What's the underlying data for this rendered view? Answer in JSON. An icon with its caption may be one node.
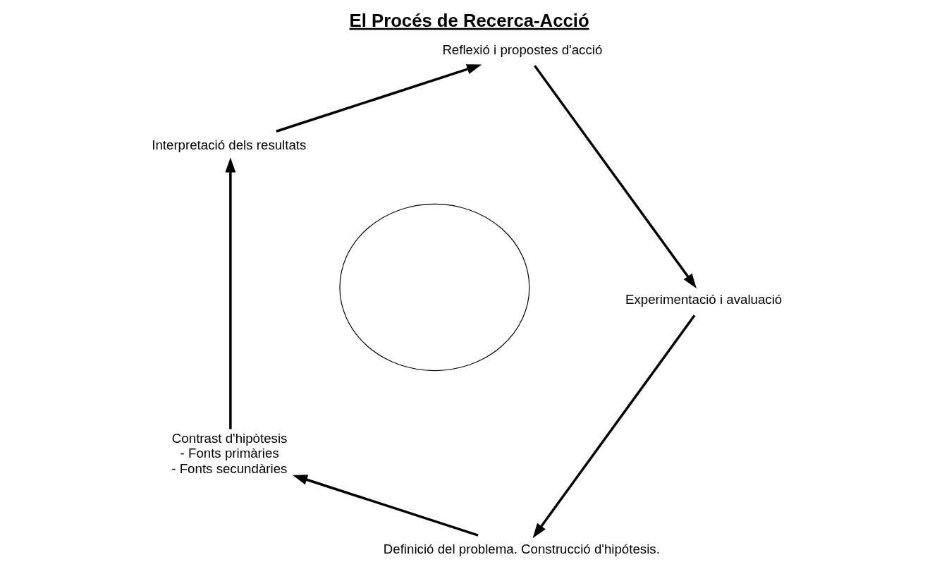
{
  "diagram": {
    "title": "El Procés de Recerca-Acció",
    "nodes": [
      {
        "text": [
          "Definició del problema. Construcció d'hipótesis."
        ]
      },
      {
        "text": [
          "Contrast d'hipòtesis",
          "- Fonts primàries",
          "- Fonts secundàries"
        ]
      },
      {
        "text": [
          "Interpretació dels resultats"
        ]
      },
      {
        "text": [
          "Reflexió i propostes d'acció"
        ]
      },
      {
        "text": [
          "Experimentació i avaluació"
        ]
      },
      {
        "text": [],
        "shape": "circle"
      }
    ],
    "edges": [
      {
        "from": 0,
        "to": 1,
        "arrow": "to"
      },
      {
        "from": 1,
        "to": 2,
        "arrow": "to"
      },
      {
        "from": 2,
        "to": 3,
        "arrow": "to"
      },
      {
        "from": 3,
        "to": 4,
        "arrow": "to"
      },
      {
        "from": 4,
        "to": 0,
        "arrow": "to"
      }
    ]
  }
}
